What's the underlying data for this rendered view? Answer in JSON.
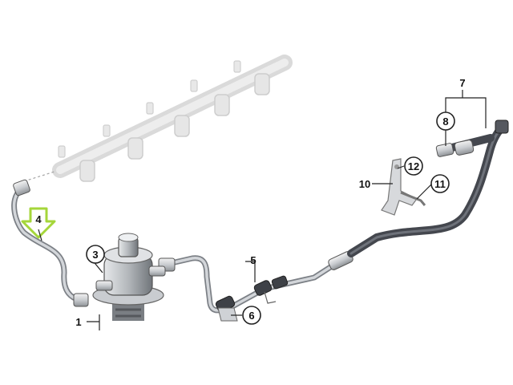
{
  "callouts": {
    "c1": "1",
    "c3": "3",
    "c4": "4",
    "c5": "5",
    "c6": "6",
    "c7": "7",
    "c8": "8",
    "c10": "10",
    "c11": "11",
    "c12": "12"
  },
  "colors": {
    "highlight_arrow": "#a5d63a",
    "hose": "#4a4d55",
    "pipe": "#b8bcc2",
    "ghost_rail": "#d9d9d9"
  }
}
